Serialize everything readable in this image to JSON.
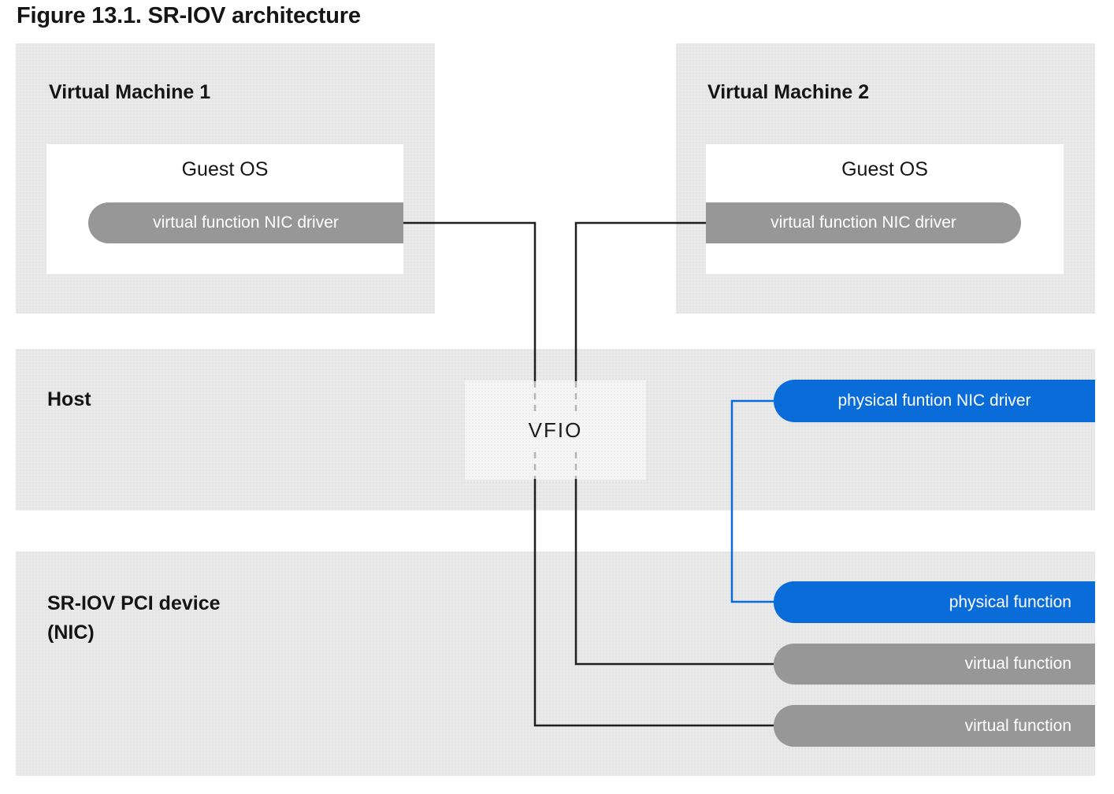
{
  "figure": {
    "title": "Figure 13.1. SR-IOV architecture"
  },
  "vm1": {
    "label": "Virtual Machine 1",
    "guest_os": "Guest OS",
    "pill": "virtual function NIC driver"
  },
  "vm2": {
    "label": "Virtual Machine 2",
    "guest_os": "Guest OS",
    "pill": "virtual function NIC driver"
  },
  "host": {
    "label": "Host",
    "vfio": "VFIO",
    "pf_driver_pill": "physical funtion NIC driver"
  },
  "sriov": {
    "label_line1": "SR-IOV PCI device",
    "label_line2": "(NIC)",
    "pf_pill": "physical function",
    "vf_pill_1": "virtual function",
    "vf_pill_2": "virtual function"
  },
  "colors": {
    "page_bg": "#ffffff",
    "band_bg": "#e9e9e9",
    "band_dot": "#e1e1e1",
    "vfio_bg": "#f5f5f5",
    "vfio_dot": "#ececec",
    "white_box": "#ffffff",
    "pill_gray": "#979797",
    "pill_blue": "#0a6cd9",
    "pill_text": "#ffffff",
    "text_dark": "#151515",
    "wire_black": "#1f1f1f",
    "wire_blue": "#0a6cd9",
    "dash_gray": "#b5b5b5"
  }
}
